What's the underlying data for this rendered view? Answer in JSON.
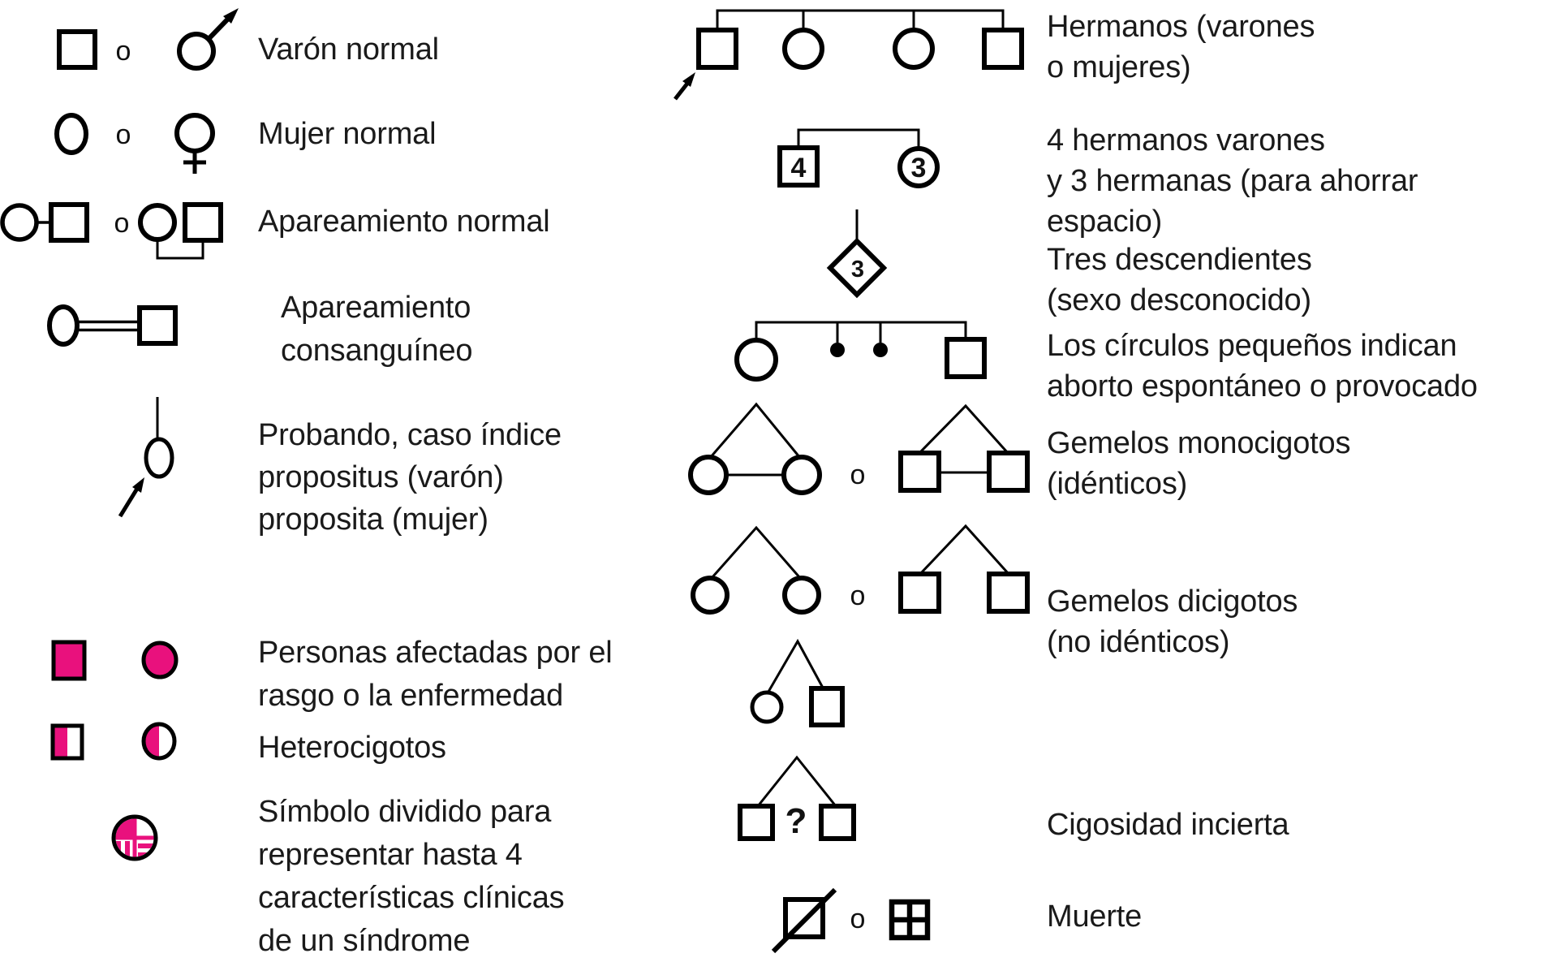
{
  "page": {
    "background": "#ffffff",
    "text_color": "#1a1a1a",
    "symbol_color": "#000000",
    "accent_color": "#e9117d"
  },
  "separator_or": "o",
  "left_column": [
    {
      "id": "varon-normal",
      "label": "Varón normal"
    },
    {
      "id": "mujer-normal",
      "label": "Mujer normal"
    },
    {
      "id": "apareamiento-normal",
      "label": "Apareamiento normal"
    },
    {
      "id": "apareamiento-consanguineo",
      "label": "Apareamiento\nconsanguíneo"
    },
    {
      "id": "probando",
      "label": "Probando, caso índice\npropositus (varón)\nproposita (mujer)"
    },
    {
      "id": "personas-afectadas",
      "label": "Personas afectadas por el\nrasgo o la enfermedad"
    },
    {
      "id": "heterocigotos",
      "label": "Heterocigotos"
    },
    {
      "id": "simbolo-dividido",
      "label": "Símbolo dividido para\nrepresentar hasta 4\ncaracterísticas clínicas\nde un síndrome"
    }
  ],
  "right_column": [
    {
      "id": "hermanos",
      "label": "Hermanos (varones\no mujeres)"
    },
    {
      "id": "hermanos-contados",
      "label": "4 hermanos varones\ny 3 hermanas (para ahorrar\nespacio)",
      "male_count": "4",
      "female_count": "3"
    },
    {
      "id": "tres-descendientes",
      "label": "Tres descendientes\n(sexo desconocido)",
      "count": "3"
    },
    {
      "id": "abortos",
      "label": "Los círculos pequeños indican\naborto espontáneo o provocado"
    },
    {
      "id": "gemelos-monocigotos",
      "label": "Gemelos monocigotos\n(idénticos)"
    },
    {
      "id": "gemelos-dicigotos",
      "label": "Gemelos dicigotos\n(no idénticos)"
    },
    {
      "id": "cigosidad-incierta",
      "label": "Cigosidad incierta",
      "mark": "?"
    },
    {
      "id": "muerte",
      "label": "Muerte"
    }
  ]
}
